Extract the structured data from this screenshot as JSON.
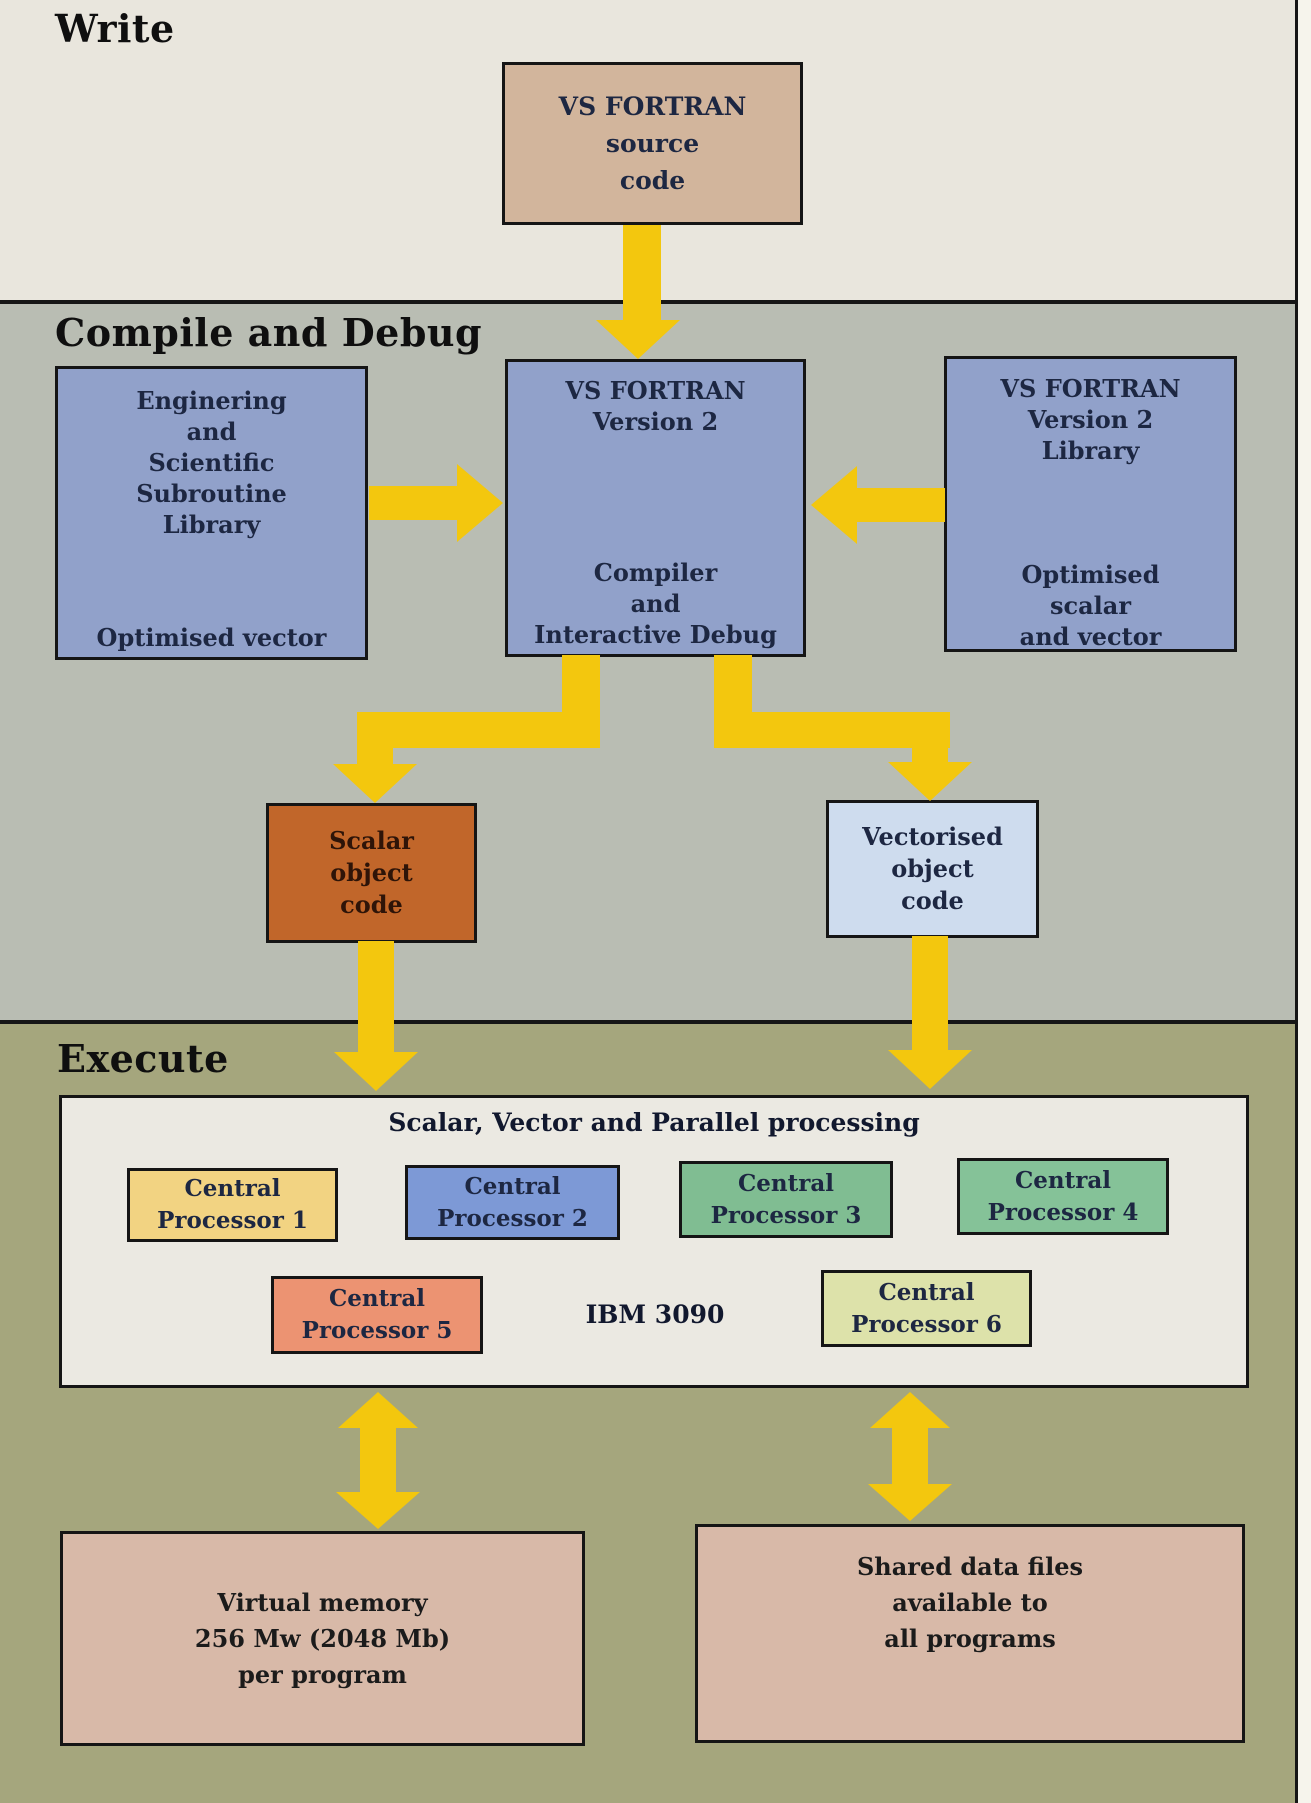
{
  "sections": {
    "write": {
      "title": "Write"
    },
    "compile": {
      "title": "Compile and Debug"
    },
    "execute": {
      "title": "Execute"
    }
  },
  "boxes": {
    "source": {
      "lines": [
        "VS FORTRAN",
        "source",
        "code"
      ]
    },
    "essl": {
      "top_lines": [
        "Enginering",
        "and",
        "Scientific",
        "Subroutine",
        "Library"
      ],
      "bottom_lines": [
        "Optimised vector"
      ]
    },
    "compiler": {
      "top_lines": [
        "VS FORTRAN",
        "Version 2"
      ],
      "bottom_lines": [
        "Compiler",
        "and",
        "Interactive Debug"
      ]
    },
    "library": {
      "top_lines": [
        "VS FORTRAN",
        "Version 2",
        "Library"
      ],
      "bottom_lines": [
        "Optimised",
        "scalar",
        "and vector"
      ]
    },
    "scalar_object": {
      "lines": [
        "Scalar",
        "object",
        "code"
      ]
    },
    "vector_object": {
      "lines": [
        "Vectorised",
        "object",
        "code"
      ]
    },
    "virtual_memory": {
      "lines": [
        "Virtual memory",
        "256 Mw (2048 Mb)",
        "per program"
      ]
    },
    "shared_data": {
      "lines": [
        "Shared data files",
        "available to",
        "all programs"
      ]
    }
  },
  "mainframe": {
    "title": "Scalar, Vector and Parallel processing",
    "label": "IBM 3090",
    "processors": [
      {
        "lines": [
          "Central",
          "Processor 1"
        ],
        "color": "#f2d382"
      },
      {
        "lines": [
          "Central",
          "Processor 2"
        ],
        "color": "#7d99d6"
      },
      {
        "lines": [
          "Central",
          "Processor 3"
        ],
        "color": "#80bd92"
      },
      {
        "lines": [
          "Central",
          "Processor 4"
        ],
        "color": "#85c298"
      },
      {
        "lines": [
          "Central",
          "Processor 5"
        ],
        "color": "#ec9372"
      },
      {
        "lines": [
          "Central",
          "Processor 6"
        ],
        "color": "#dde2aa"
      }
    ]
  },
  "colors": {
    "write_bg": "#e9e6dd",
    "compile_bg": "#b9bdb3",
    "execute_bg": "#a5a67d",
    "blue_box": "#91a1ca",
    "source_box": "#d2b59c",
    "scalar_box": "#c1662a",
    "vector_box": "#cedcee",
    "mainframe_box": "#ebe9e2",
    "memory_box": "#d8b9a8",
    "arrow": "#f3c70e",
    "border": "#151515"
  }
}
